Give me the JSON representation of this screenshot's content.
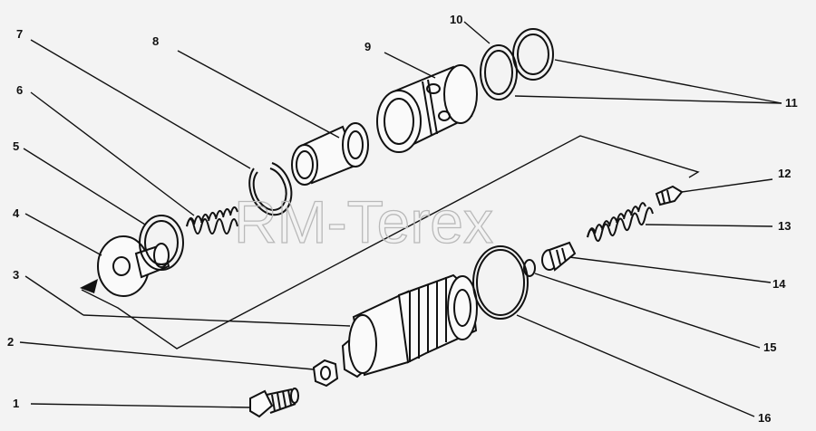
{
  "callouts": [
    "1",
    "2",
    "3",
    "4",
    "5",
    "6",
    "7",
    "8",
    "9",
    "10",
    "11",
    "12",
    "13",
    "14",
    "15",
    "16"
  ],
  "watermark": "RM-Terex"
}
